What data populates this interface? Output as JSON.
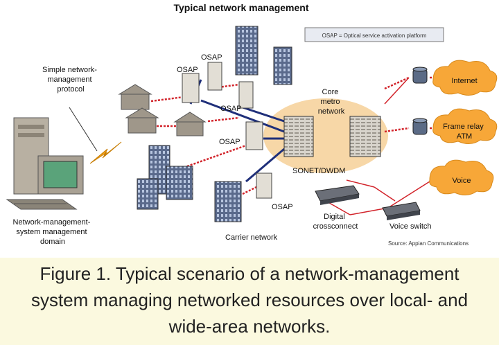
{
  "title": "Typical network management",
  "legend": "OSAP = Optical service activation platform",
  "labels": {
    "snmp": [
      "Simple network-",
      "management",
      "protocol"
    ],
    "nms_domain": [
      "Network-management-",
      "system management",
      "domain"
    ],
    "osap": "OSAP",
    "core": [
      "Core",
      "metro",
      "network"
    ],
    "sonet": "SONET/DWDM",
    "carrier": "Carrier network",
    "digital_cc": [
      "Digital",
      "crossconnect"
    ],
    "voice_switch": "Voice switch",
    "internet": "Internet",
    "frame_relay": [
      "Frame relay",
      "ATM"
    ],
    "voice": "Voice",
    "source": "Source: Appian Communications"
  },
  "caption": [
    "Figure 1. Typical scenario of a network-management",
    "system managing networked resources over local- and",
    "wide-area networks."
  ],
  "colors": {
    "link_red": "#d2232a",
    "link_blue": "#1f2f7a",
    "cloud": "#f7a738",
    "core_glow": "#f4c98a",
    "caption_bg": "#fbf9df"
  }
}
